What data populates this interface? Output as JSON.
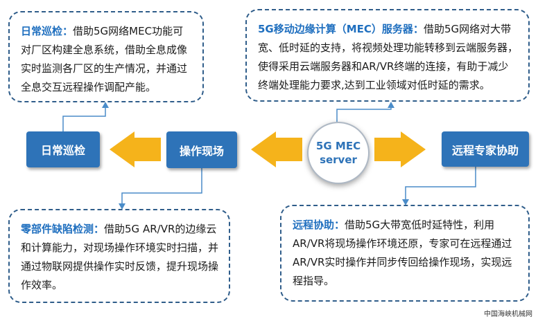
{
  "boxes": {
    "patrol": {
      "title": "日常巡检：",
      "text": "借助5G网络MEC功能可对厂区构建全息系统，借助全息成像实时监测各厂区的生产情况，并通过全息交互远程操作调配产能。"
    },
    "mec": {
      "title": "5G移动边缘计算（MEC）服务器：",
      "text": "借助5G网络对大带宽、低时延的支持，将视频处理功能转移到云端服务器，使得采用云端服务器和AR/VR终端的连接，有助于减少终端处理能力要求,达到工业领域对低时延的需求。"
    },
    "defect": {
      "title": "零部件缺陷检测：",
      "text": "借助5G AR/VR的边缘云和计算能力，对现场操作环境实时扫描，并通过物联网提供操作实时反馈，提升现场操作效率。"
    },
    "remote": {
      "title": "远程协助：",
      "text": "借助5G大带宽低时延特性，利用AR/VR将现场操作环境还原，专家可在远程通过AR/VR实时操作并同步传回给操作现场，实现远程指导。"
    }
  },
  "nodes": {
    "patrol": "日常巡检",
    "site": "操作现场",
    "hub_line1": "5G MEC",
    "hub_line2": "server",
    "expert": "远程专家协助"
  },
  "colors": {
    "node": "#2e73b8",
    "arrow": "#f5b31b",
    "border": "#2f5d8a",
    "highlight": "#1f6fbf"
  },
  "source": "中国海峡机械网"
}
